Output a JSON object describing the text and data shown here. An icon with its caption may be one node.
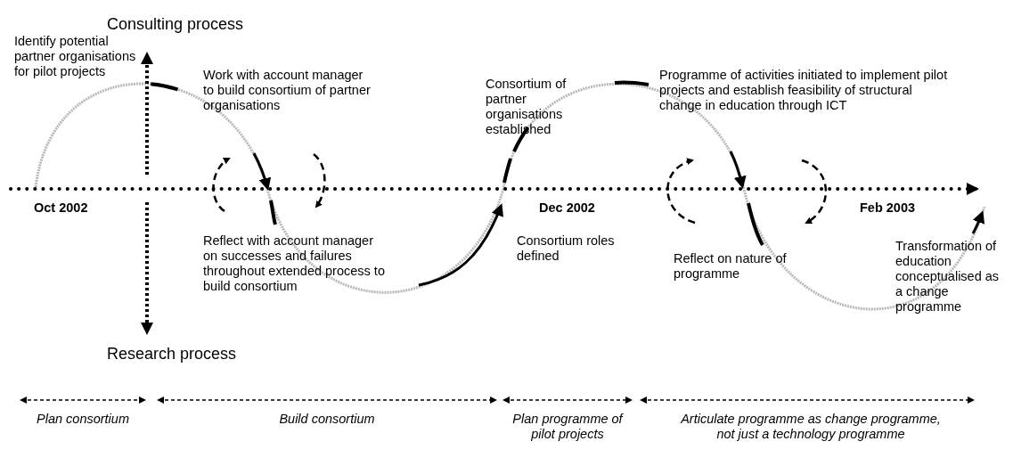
{
  "diagram": {
    "labels": [
      "Consulting process",
      "Identify potential partner organisations for pilot projects",
      "Work with account manager to build consortium of partner organisations",
      "Consortium of partner organisations established",
      "Programme of activities initiated to implement pilot projects and establish feasibility of structural change in education through ICT",
      "Oct 2002",
      "Dec 2002",
      "Feb 2003",
      "Reflect with account manager on successes and failures throughout extended process to build consortium",
      "Consortium roles defined",
      "Reflect on nature of programme",
      "Transformation of education conceptualised as a change programme",
      "Research process",
      "Plan consortium",
      "Build consortium",
      "Plan programme of pilot projects",
      "Articulate programme as change programme, not just a technology programme"
    ]
  }
}
